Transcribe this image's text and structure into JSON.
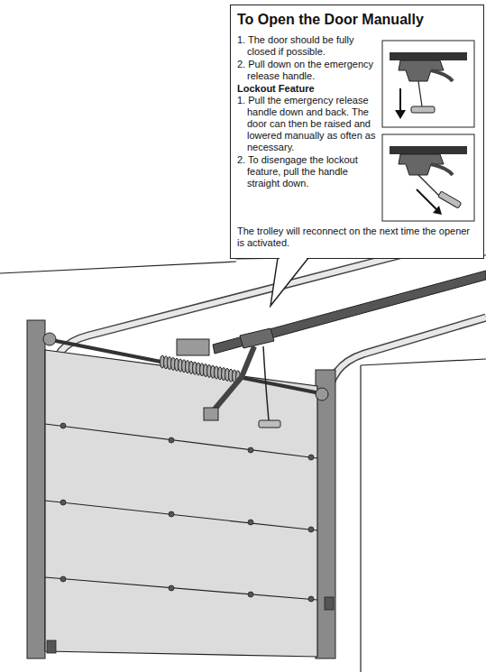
{
  "diagram": {
    "nodes": [
      {
        "text": [
          "To Open the Door Manually",
          "1. The door should be fully closed if possible.",
          "2. Pull down on the emergency release handle.",
          "Lockout Feature",
          "1. Pull the emergency release handle down and back. The door can then be raised and lowered manually as often as necessary.",
          "2. To disengage the lockout feature, pull the handle straight down.",
          "The trolley will reconnect on the next time the opener is activated."
        ]
      }
    ]
  }
}
